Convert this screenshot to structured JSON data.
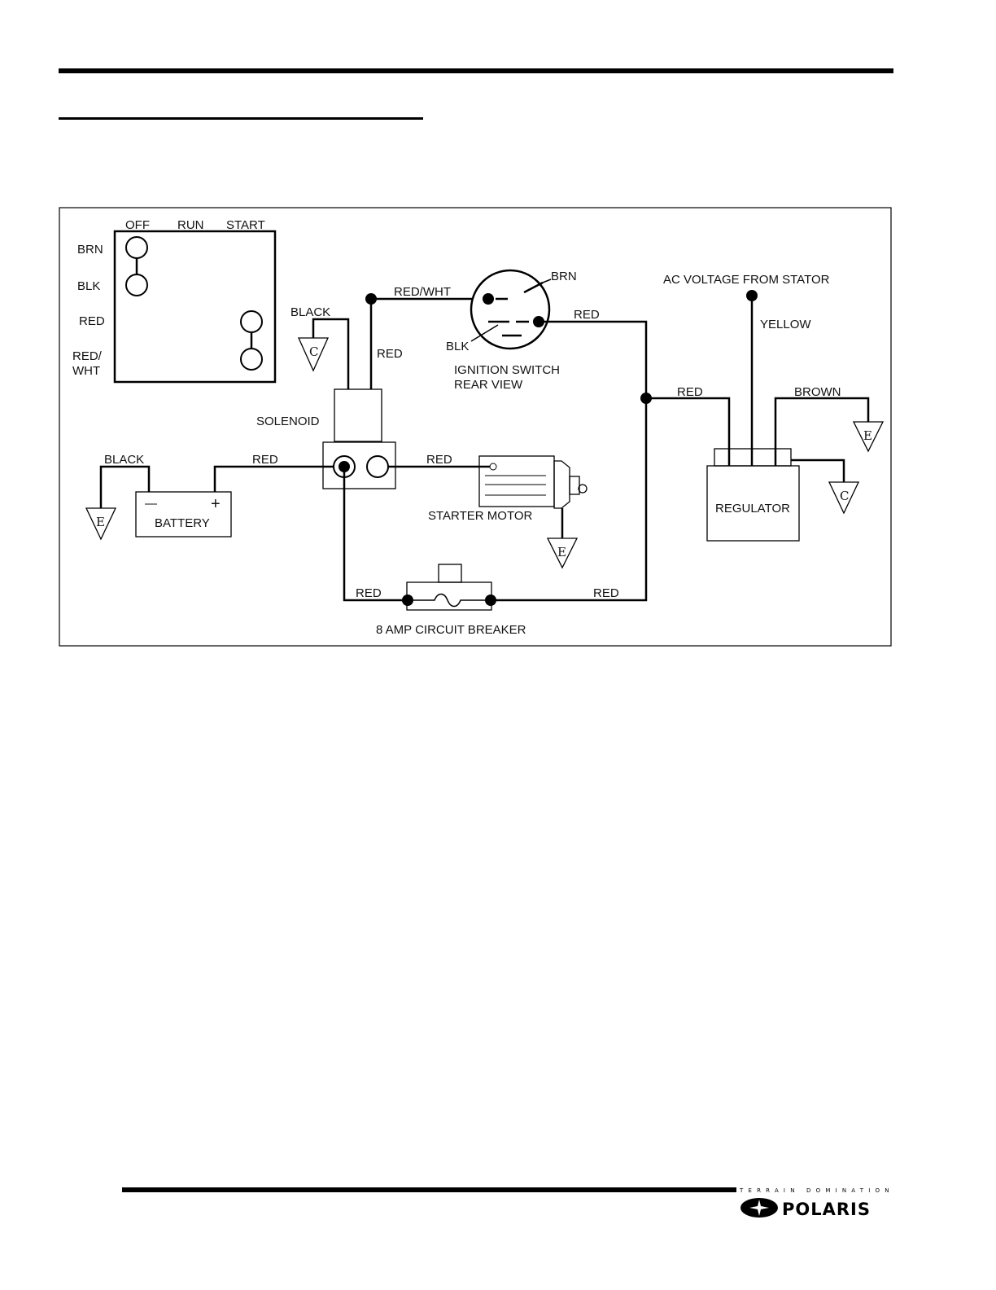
{
  "diagram": {
    "switch_positions": {
      "off": "OFF",
      "run": "RUN",
      "start": "START"
    },
    "switch_wires": {
      "brn": "BRN",
      "blk": "BLK",
      "red": "RED",
      "red_wht_line1": "RED/",
      "red_wht_line2": "WHT"
    },
    "wires": {
      "red_wht": "RED/WHT",
      "black_top": "BLACK",
      "red_solenoid_up": "RED",
      "brn_switch": "BRN",
      "blk_switch": "BLK",
      "red_switch_out": "RED",
      "red_junction": "RED",
      "yellow": "YELLOW",
      "brown": "BROWN",
      "black_battery": "BLACK",
      "red_battery": "RED",
      "red_starter": "RED",
      "red_breaker_left": "RED",
      "red_breaker_right": "RED"
    },
    "components": {
      "ignition_switch_line1": "IGNITION SWITCH",
      "ignition_switch_line2": "REAR VIEW",
      "stator": "AC VOLTAGE FROM STATOR",
      "solenoid": "SOLENOID",
      "battery": "BATTERY",
      "battery_neg": "—",
      "battery_pos": "+",
      "starter_motor": "STARTER MOTOR",
      "regulator": "REGULATOR",
      "circuit_breaker": "8 AMP CIRCUIT BREAKER"
    },
    "grounds": {
      "c": "C",
      "e": "E"
    }
  },
  "footer": {
    "tagline": "TERRAIN DOMINATION",
    "brand": "POLARIS"
  }
}
